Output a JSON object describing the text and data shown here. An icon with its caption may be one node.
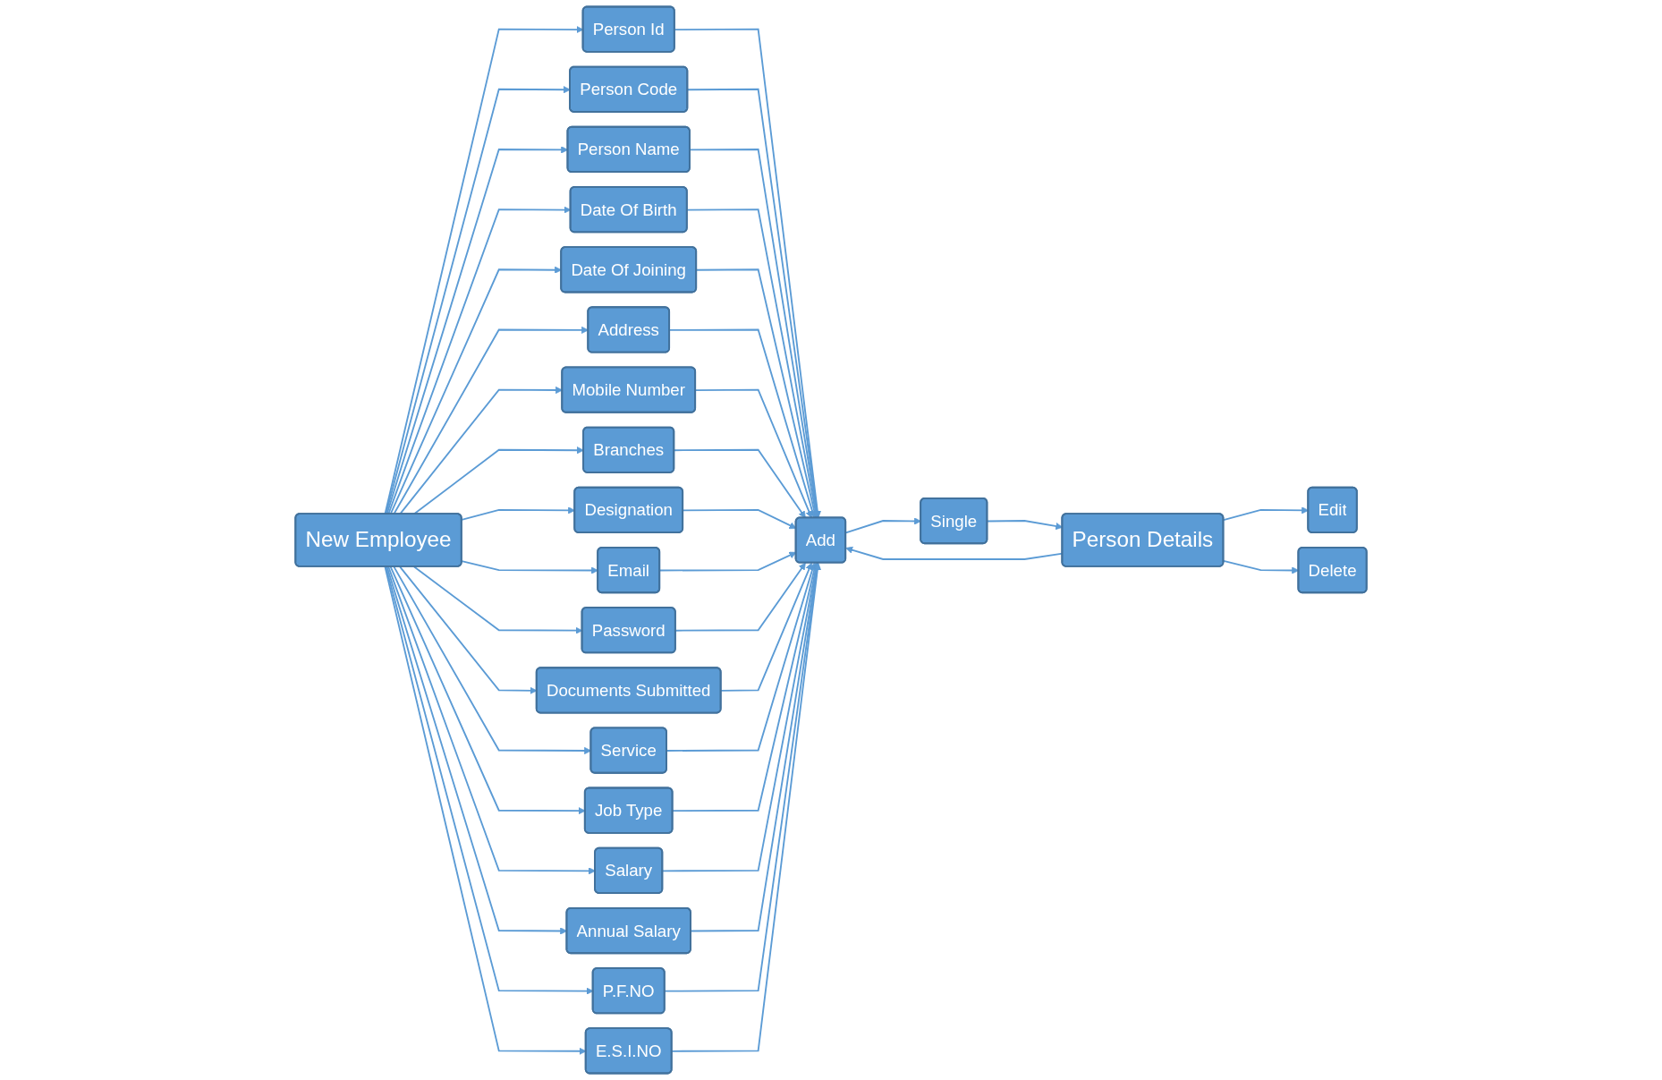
{
  "diagram": {
    "nodes": [
      {
        "text": [
          "New Employee"
        ]
      },
      {
        "text": [
          "Person Id"
        ]
      },
      {
        "text": [
          "Person Code"
        ]
      },
      {
        "text": [
          "Person Name"
        ]
      },
      {
        "text": [
          "Date Of Birth"
        ]
      },
      {
        "text": [
          "Date Of Joining"
        ]
      },
      {
        "text": [
          "Address"
        ]
      },
      {
        "text": [
          "Mobile Number"
        ]
      },
      {
        "text": [
          "Branches"
        ]
      },
      {
        "text": [
          "Designation"
        ]
      },
      {
        "text": [
          "Email"
        ]
      },
      {
        "text": [
          "Password"
        ]
      },
      {
        "text": [
          "Documents Submitted"
        ]
      },
      {
        "text": [
          "Service"
        ]
      },
      {
        "text": [
          "Job Type"
        ]
      },
      {
        "text": [
          "Salary"
        ]
      },
      {
        "text": [
          "Annual Salary"
        ]
      },
      {
        "text": [
          "P.F.NO"
        ]
      },
      {
        "text": [
          "E.S.I.NO"
        ]
      },
      {
        "text": [
          "Add"
        ]
      },
      {
        "text": [
          "Single"
        ]
      },
      {
        "text": [
          "Person Details"
        ]
      },
      {
        "text": [
          "Edit"
        ]
      },
      {
        "text": [
          "Delete"
        ]
      }
    ],
    "edges": [
      {
        "from": 0,
        "to": 1,
        "arrow": "to"
      },
      {
        "from": 0,
        "to": 2,
        "arrow": "to"
      },
      {
        "from": 0,
        "to": 3,
        "arrow": "to"
      },
      {
        "from": 0,
        "to": 4,
        "arrow": "to"
      },
      {
        "from": 0,
        "to": 5,
        "arrow": "to"
      },
      {
        "from": 0,
        "to": 6,
        "arrow": "to"
      },
      {
        "from": 0,
        "to": 7,
        "arrow": "to"
      },
      {
        "from": 0,
        "to": 8,
        "arrow": "to"
      },
      {
        "from": 0,
        "to": 9,
        "arrow": "to"
      },
      {
        "from": 0,
        "to": 10,
        "arrow": "to"
      },
      {
        "from": 0,
        "to": 11,
        "arrow": "to"
      },
      {
        "from": 0,
        "to": 12,
        "arrow": "to"
      },
      {
        "from": 0,
        "to": 13,
        "arrow": "to"
      },
      {
        "from": 0,
        "to": 14,
        "arrow": "to"
      },
      {
        "from": 0,
        "to": 15,
        "arrow": "to"
      },
      {
        "from": 0,
        "to": 16,
        "arrow": "to"
      },
      {
        "from": 0,
        "to": 17,
        "arrow": "to"
      },
      {
        "from": 0,
        "to": 18,
        "arrow": "to"
      },
      {
        "from": 1,
        "to": 19,
        "arrow": "to"
      },
      {
        "from": 2,
        "to": 19,
        "arrow": "to"
      },
      {
        "from": 3,
        "to": 19,
        "arrow": "to"
      },
      {
        "from": 4,
        "to": 19,
        "arrow": "to"
      },
      {
        "from": 5,
        "to": 19,
        "arrow": "to"
      },
      {
        "from": 6,
        "to": 19,
        "arrow": "to"
      },
      {
        "from": 7,
        "to": 19,
        "arrow": "to"
      },
      {
        "from": 8,
        "to": 19,
        "arrow": "to"
      },
      {
        "from": 9,
        "to": 19,
        "arrow": "to"
      },
      {
        "from": 10,
        "to": 19,
        "arrow": "to"
      },
      {
        "from": 11,
        "to": 19,
        "arrow": "to"
      },
      {
        "from": 12,
        "to": 19,
        "arrow": "to"
      },
      {
        "from": 13,
        "to": 19,
        "arrow": "to"
      },
      {
        "from": 14,
        "to": 19,
        "arrow": "to"
      },
      {
        "from": 15,
        "to": 19,
        "arrow": "to"
      },
      {
        "from": 16,
        "to": 19,
        "arrow": "to"
      },
      {
        "from": 17,
        "to": 19,
        "arrow": "to"
      },
      {
        "from": 18,
        "to": 19,
        "arrow": "to"
      },
      {
        "from": 19,
        "to": 20,
        "arrow": "to"
      },
      {
        "from": 20,
        "to": 21,
        "arrow": "to"
      },
      {
        "from": 21,
        "to": 19,
        "arrow": "to"
      },
      {
        "from": 21,
        "to": 22,
        "arrow": "to"
      },
      {
        "from": 21,
        "to": 23,
        "arrow": "to"
      }
    ]
  }
}
